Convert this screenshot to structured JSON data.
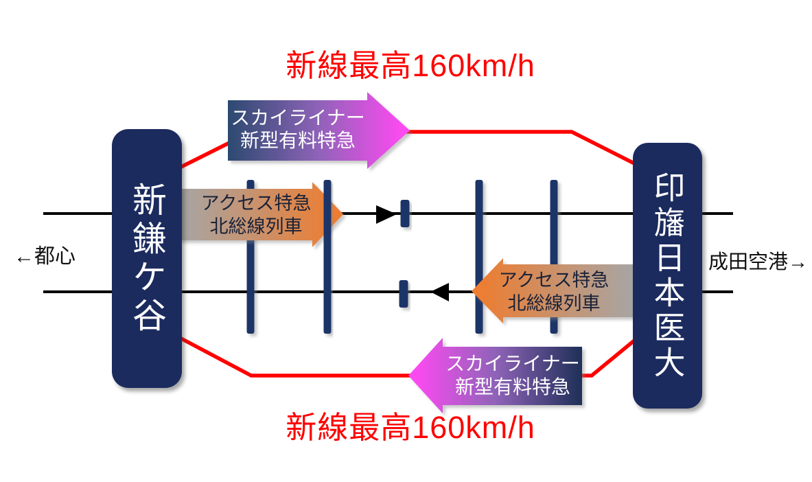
{
  "headline": {
    "top": "新線最高160km/h",
    "bottom": "新線最高160km/h"
  },
  "stations": {
    "left": {
      "name": "新鎌ケ谷"
    },
    "right": {
      "name": "印旛日本医大"
    }
  },
  "directions": {
    "left": "←都心",
    "right": "成田空港→"
  },
  "trains": {
    "skyliner_top": {
      "line1": "スカイライナー",
      "line2": "新型有料特急",
      "direction": "right"
    },
    "skyliner_bottom": {
      "line1": "スカイライナー",
      "line2": "新型有料特急",
      "direction": "left"
    },
    "access_top": {
      "line1": "アクセス特急",
      "line2": "北総線列車",
      "direction": "right"
    },
    "access_bottom": {
      "line1": "アクセス特急",
      "line2": "北総線列車",
      "direction": "left"
    }
  },
  "colors": {
    "station_navy": "#1B2B5E",
    "bar_navy": "#1C3668",
    "bypass_red": "#FF0000",
    "headline_red": "#FF0000",
    "magenta": "#FA4BF0",
    "purple_mid": "#8F63B8",
    "skyliner_navy": "#2C4A70",
    "skyliner_navy_dark": "#1E3058",
    "orange": "#ED7D31",
    "gray": "#A6A6A6",
    "track_black": "#000000",
    "station_text_white": "#FFFFFF"
  }
}
